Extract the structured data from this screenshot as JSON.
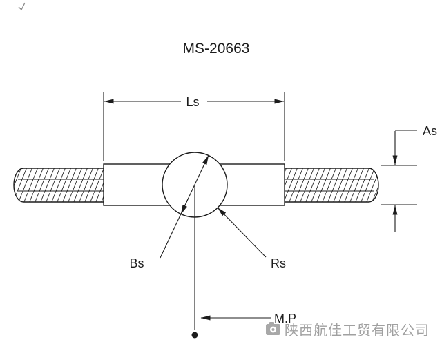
{
  "title": "MS-20663",
  "dims": {
    "ls": "Ls",
    "as": "As",
    "bs": "Bs",
    "rs": "Rs",
    "mp": "M.P"
  },
  "watermark": {
    "text": "陕西航佳工贸有限公司"
  },
  "colors": {
    "line": "#1c1c1c",
    "watermark": "#a0a0a0",
    "background": "#ffffff"
  }
}
